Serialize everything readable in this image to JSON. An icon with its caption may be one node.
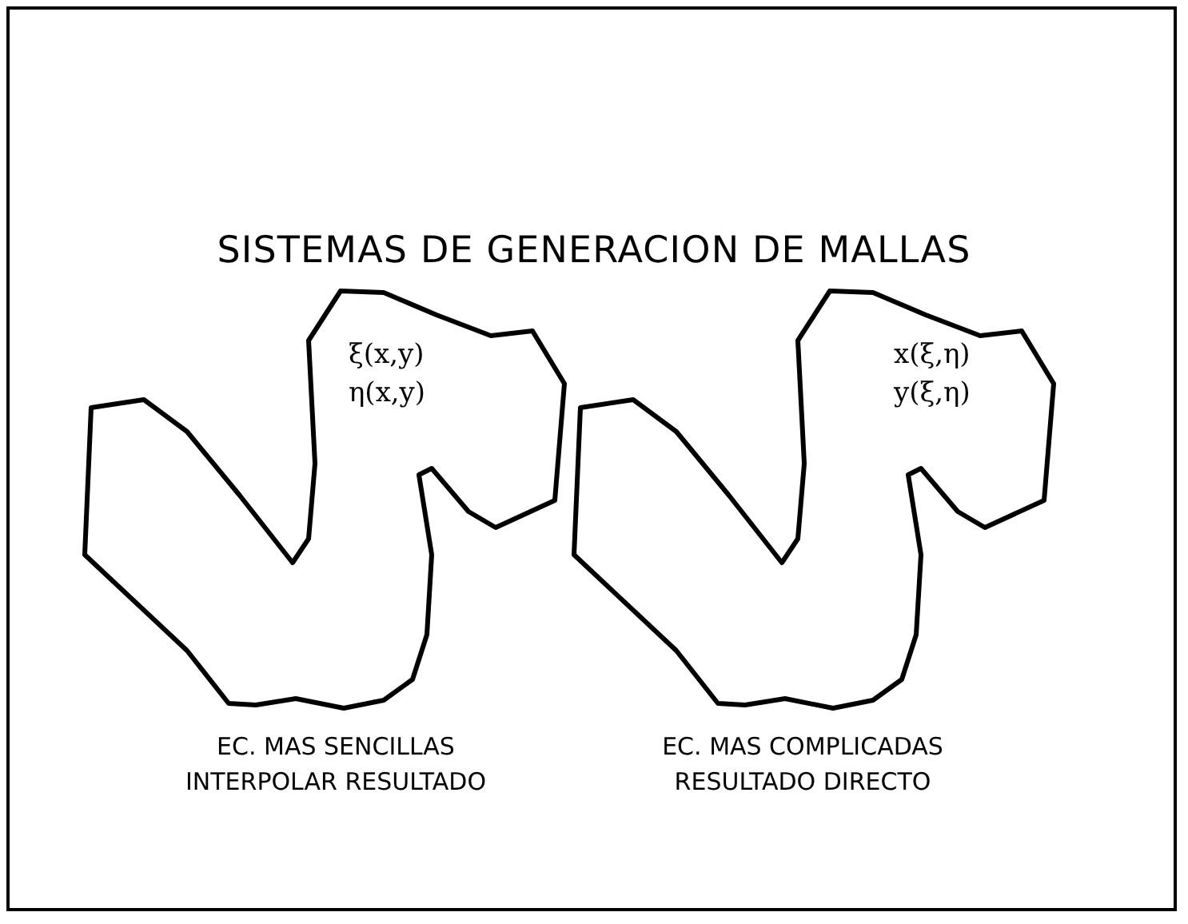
{
  "diagram": {
    "title": "SISTEMAS DE GENERACION DE MALLAS",
    "nodes": [
      {
        "text": [
          "ξ(x,y)",
          "η(x,y)"
        ],
        "beside": [
          "EC. MAS SENCILLAS",
          "INTERPOLAR RESULTADO"
        ]
      },
      {
        "text": [
          "x(ξ,η)",
          "y(ξ,η)"
        ],
        "beside": [
          "EC. MAS COMPLICADAS",
          "RESULTADO DIRECTO"
        ]
      }
    ]
  }
}
